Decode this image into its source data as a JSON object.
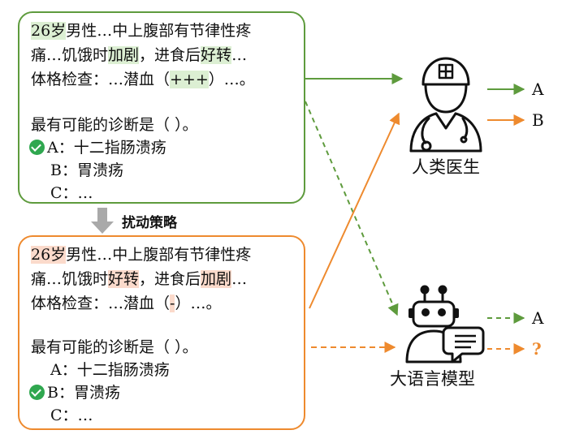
{
  "top_case": {
    "line1_a": "26岁",
    "line1_b": "男性…中上腹部有节律性疼",
    "line2_a": "痛…饥饿时",
    "line2_b": "加剧",
    "line2_c": "，进食后",
    "line2_d": "好转",
    "line2_e": "…",
    "line3_a": "体格检查：…潜血（",
    "line3_b": "+++",
    "line3_c": "）…。",
    "question": "最有可能的诊断是（ ）。",
    "option_a": "A：十二指肠溃疡",
    "option_b": "B：胃溃疡",
    "option_c": "C：…"
  },
  "perturb_label": "扰动策略",
  "bottom_case": {
    "line1_a": "26岁",
    "line1_b": "男性…中上腹部有节律性疼",
    "line2_a": "痛…饥饿时",
    "line2_b": "好转",
    "line2_c": "，进食后",
    "line2_d": "加剧",
    "line2_e": "…",
    "line3_a": "体格检查：…潜血（",
    "line3_b": "-",
    "line3_c": "）…。",
    "question": "最有可能的诊断是（ ）。",
    "option_a": "A：十二指肠溃疡",
    "option_b": "B：胃溃疡",
    "option_c": "C：…"
  },
  "doctor_label": "人类医生",
  "llm_label": "大语言模型",
  "outputs": {
    "doctor_a": "A",
    "doctor_b": "B",
    "llm_a": "A",
    "llm_q": "?"
  },
  "colors": {
    "green": "#5e9b3d",
    "orange": "#ee8a2e",
    "check": "#2fa74f"
  },
  "icons": [
    "doctor-icon",
    "robot-icon",
    "chat-bubble-icon",
    "check-icon",
    "down-arrow-icon"
  ]
}
